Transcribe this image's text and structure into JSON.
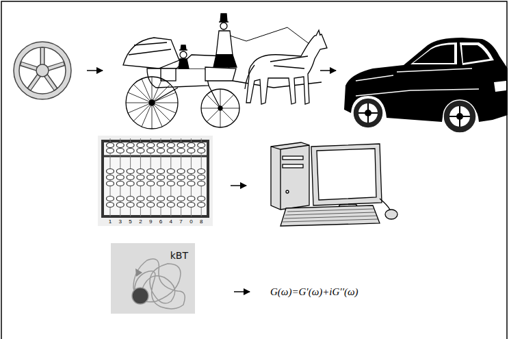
{
  "diagram": {
    "nodes": [
      {
        "text": [
          "kBT"
        ]
      }
    ],
    "labels": [
      "1",
      "3",
      "5",
      "2",
      "9",
      "6",
      "4",
      "7",
      "0",
      "8",
      "G(ω)=G′(ω)+iG′′(ω)"
    ]
  }
}
